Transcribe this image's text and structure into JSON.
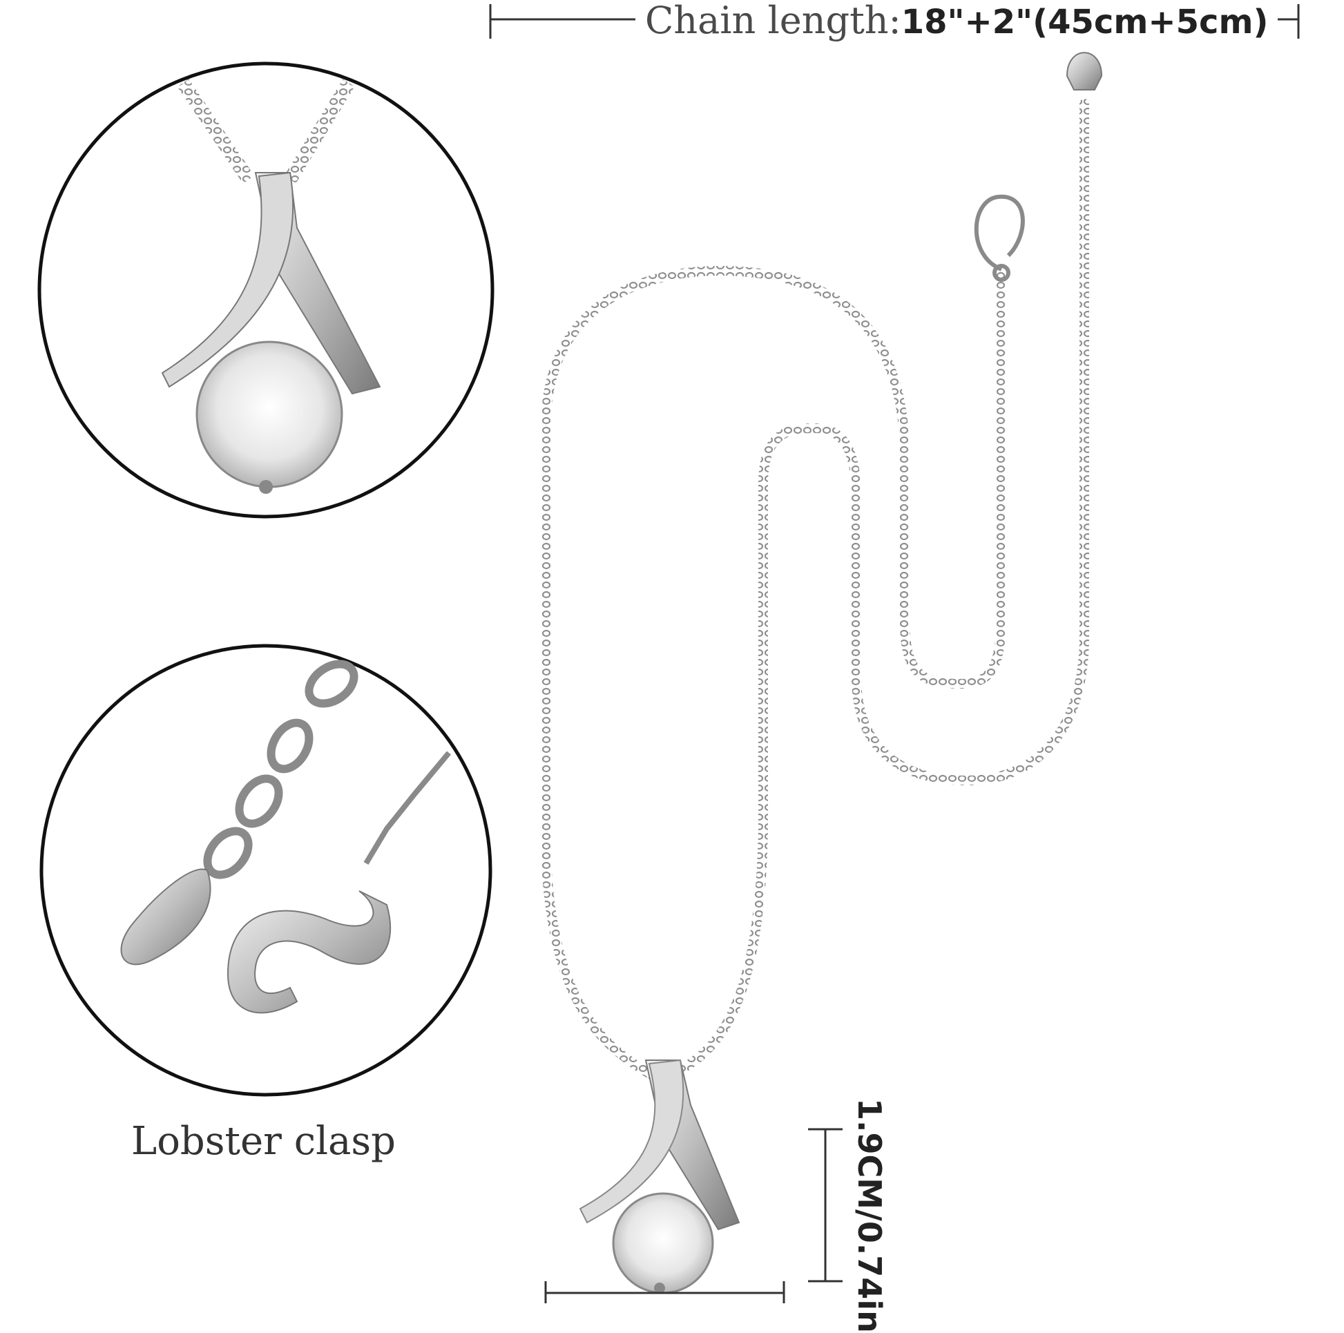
{
  "chain_length": {
    "prefix": "Chain length:",
    "value": "18\"+2\"(45cm+5cm)"
  },
  "clasp_caption": "Lobster clasp",
  "pendant_height": "1.9CM/0.74in",
  "colors": {
    "metal": "#9a9a9a",
    "metal_dark": "#6d6d6d",
    "outline": "#111111",
    "dimension_line": "#333333"
  }
}
